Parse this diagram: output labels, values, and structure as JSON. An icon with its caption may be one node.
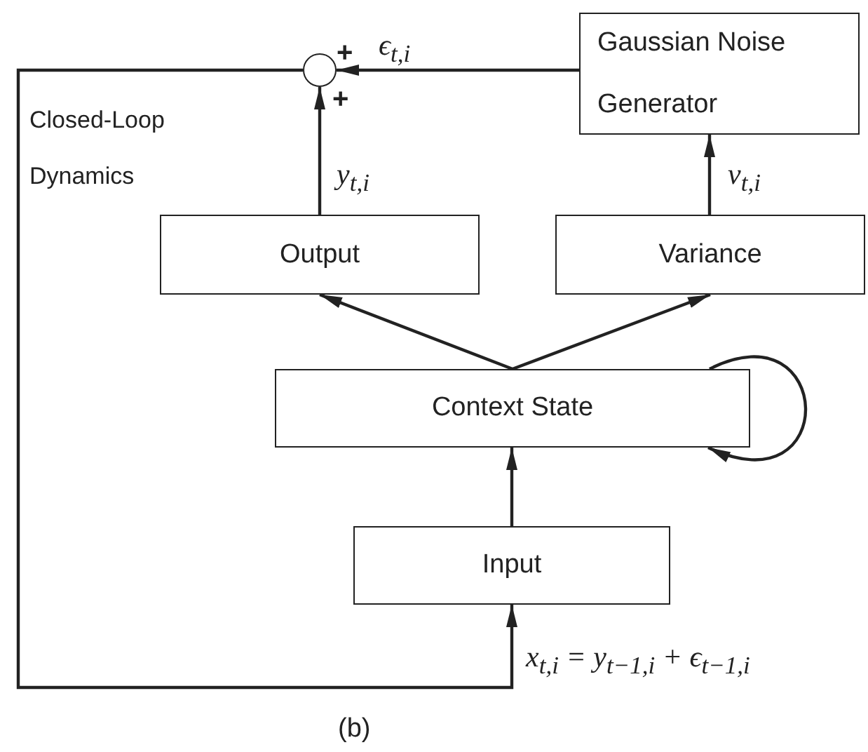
{
  "diagram": {
    "caption": "(b)",
    "nodes": [
      {
        "text": [],
        "shape": "circle"
      },
      {
        "text": [
          "Gaussian Noise Generator"
        ]
      },
      {
        "text": [
          "Output"
        ]
      },
      {
        "text": [
          "Variance"
        ]
      },
      {
        "text": [
          "Context State"
        ]
      },
      {
        "text": [
          "Input"
        ]
      }
    ],
    "edges": [
      {
        "from": 1,
        "to": 0,
        "arrow": "to",
        "label": "ϵ$_{t,i}$"
      },
      {
        "from": 2,
        "to": 0,
        "arrow": "to",
        "label": "y$_{t,i}$"
      },
      {
        "from": 3,
        "to": 1,
        "arrow": "to",
        "label": "v$_{t,i}$"
      },
      {
        "from": 4,
        "to": 2,
        "arrow": "to"
      },
      {
        "from": 4,
        "to": 3,
        "arrow": "to"
      },
      {
        "from": 4,
        "to": 4,
        "arrow": "to"
      },
      {
        "from": 5,
        "to": 4,
        "arrow": "to"
      },
      {
        "from": 0,
        "to": 5,
        "arrow": "to",
        "label": "x$_{t,i}$ = y$_{t−1,i}$ + ϵ$_{t−1,i}$"
      }
    ],
    "labels": [
      "+",
      "+",
      "Closed-Loop Dynamics"
    ]
  }
}
